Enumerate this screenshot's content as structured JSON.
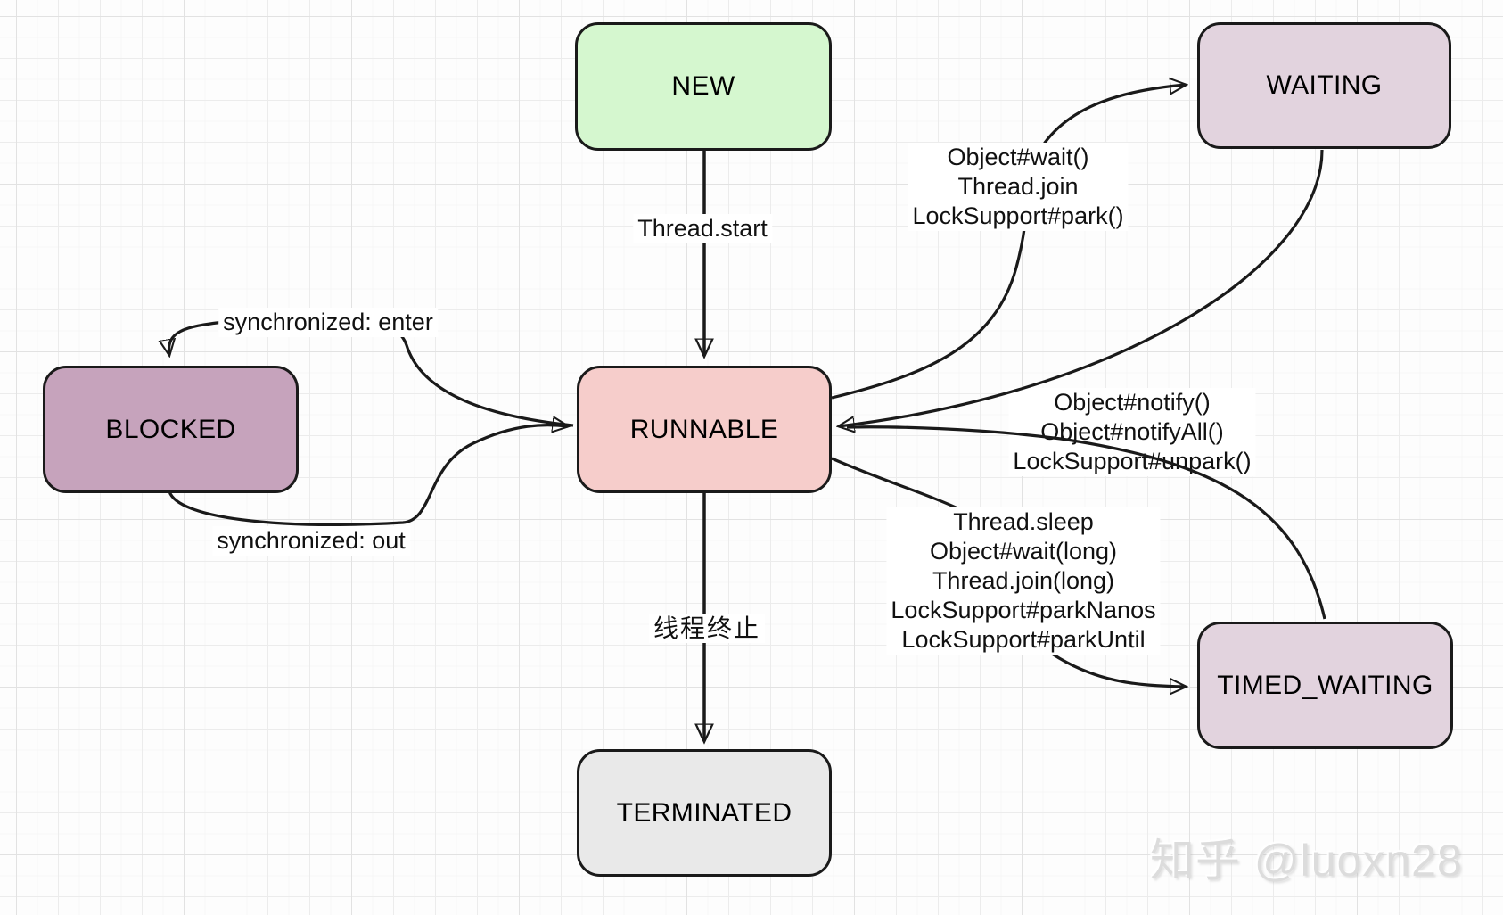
{
  "states": {
    "new": {
      "label": "NEW",
      "color": "#d5f7cf"
    },
    "runnable": {
      "label": "RUNNABLE",
      "color": "#f6cdcb"
    },
    "blocked": {
      "label": "BLOCKED",
      "color": "#c6a3bc"
    },
    "waiting": {
      "label": "WAITING",
      "color": "#e2d3de"
    },
    "timed_waiting": {
      "label": "TIMED_WAITING",
      "color": "#e2d3de"
    },
    "terminated": {
      "label": "TERMINATED",
      "color": "#e9e9e9"
    }
  },
  "transitions": {
    "start": {
      "from": "NEW",
      "to": "RUNNABLE",
      "label": "Thread.start"
    },
    "terminate": {
      "from": "RUNNABLE",
      "to": "TERMINATED",
      "label": "线程终止"
    },
    "runnable_to_waiting": {
      "from": "RUNNABLE",
      "to": "WAITING",
      "lines": [
        "Object#wait()",
        "Thread.join",
        "LockSupport#park()"
      ]
    },
    "waiting_to_runnable": {
      "from": "WAITING",
      "to": "RUNNABLE",
      "lines": [
        "Object#notify()",
        "Object#notifyAll()",
        "LockSupport#unpark()"
      ]
    },
    "runnable_to_timed_waiting": {
      "from": "RUNNABLE",
      "to": "TIMED_WAITING",
      "lines": [
        "Thread.sleep",
        "Object#wait(long)",
        "Thread.join(long)",
        "LockSupport#parkNanos",
        "LockSupport#parkUntil"
      ]
    },
    "runnable_to_blocked": {
      "from": "RUNNABLE",
      "to": "BLOCKED",
      "label": "synchronized: enter"
    },
    "blocked_to_runnable": {
      "from": "BLOCKED",
      "to": "RUNNABLE",
      "label": "synchronized: out"
    }
  },
  "watermark": "知乎 @luoxn28"
}
